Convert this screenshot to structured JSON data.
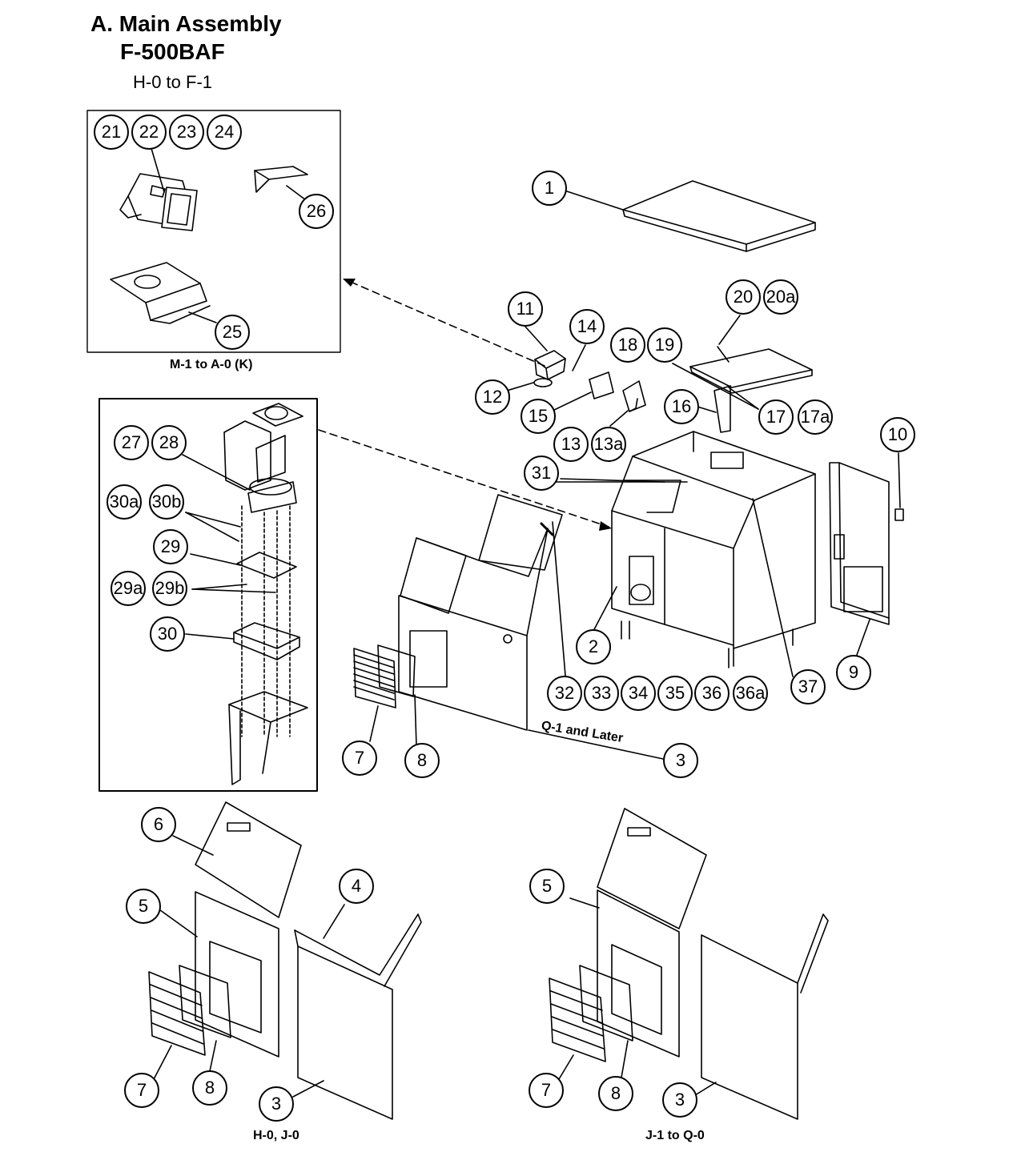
{
  "header": {
    "title": "A. Main Assembly",
    "model": "F-500BAF",
    "range": "H-0 to F-1"
  },
  "captions": {
    "inset_top": "M-1 to A-0 (K)",
    "front_note": "Q-1 and Later",
    "left_variant": "H-0, J-0",
    "right_variant": "J-1 to Q-0"
  },
  "callouts": {
    "c21": "21",
    "c22": "22",
    "c23": "23",
    "c24": "24",
    "c26": "26",
    "c25": "25",
    "c1": "1",
    "c20": "20",
    "c20a": "20a",
    "c11": "11",
    "c14": "14",
    "c18": "18",
    "c19": "19",
    "c12": "12",
    "c15": "15",
    "c16": "16",
    "c17": "17",
    "c17a": "17a",
    "c13": "13",
    "c13a": "13a",
    "c10": "10",
    "c31": "31",
    "c27": "27",
    "c28": "28",
    "c30a": "30a",
    "c30b": "30b",
    "c29": "29",
    "c29a": "29a",
    "c29b": "29b",
    "c30": "30",
    "c2": "2",
    "c9": "9",
    "c32": "32",
    "c33": "33",
    "c34": "34",
    "c35": "35",
    "c36": "36",
    "c36a": "36a",
    "c37": "37",
    "c7": "7",
    "c8": "8",
    "c3": "3",
    "l6": "6",
    "l5": "5",
    "l4": "4",
    "l7": "7",
    "l8": "8",
    "l3": "3",
    "r5": "5",
    "r7": "7",
    "r8": "8",
    "r3": "3"
  }
}
